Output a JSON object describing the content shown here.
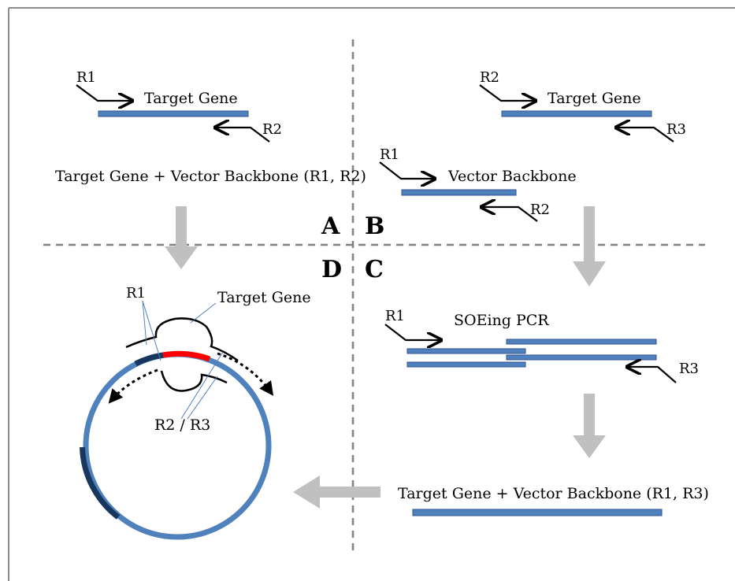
{
  "quadrants": {
    "a": "A",
    "b": "B",
    "c": "C",
    "d": "D"
  },
  "panel_a": {
    "primer_fwd": "R1",
    "gene_label": "Target Gene",
    "primer_rev": "R2",
    "caption": "Target Gene + Vector Backbone (R1, R2)"
  },
  "panel_b": {
    "gene_primer_fwd": "R2",
    "gene_label": "Target Gene",
    "gene_primer_rev": "R3",
    "vector_primer_fwd": "R1",
    "vector_label": "Vector Backbone",
    "vector_primer_rev": "R2"
  },
  "panel_c": {
    "primer_fwd": "R1",
    "method_label": "SOEing PCR",
    "primer_rev": "R3",
    "caption": "Target Gene + Vector Backbone (R1, R3)"
  },
  "panel_d": {
    "primer_top": "R1",
    "gene_label": "Target Gene",
    "primer_bottom": "R2 / R3"
  },
  "colors": {
    "strand": "#4f81bd",
    "strand_dark": "#17375e",
    "insert": "#ff0000",
    "arrow_gray": "#c0c0c0",
    "divider": "#808080"
  }
}
